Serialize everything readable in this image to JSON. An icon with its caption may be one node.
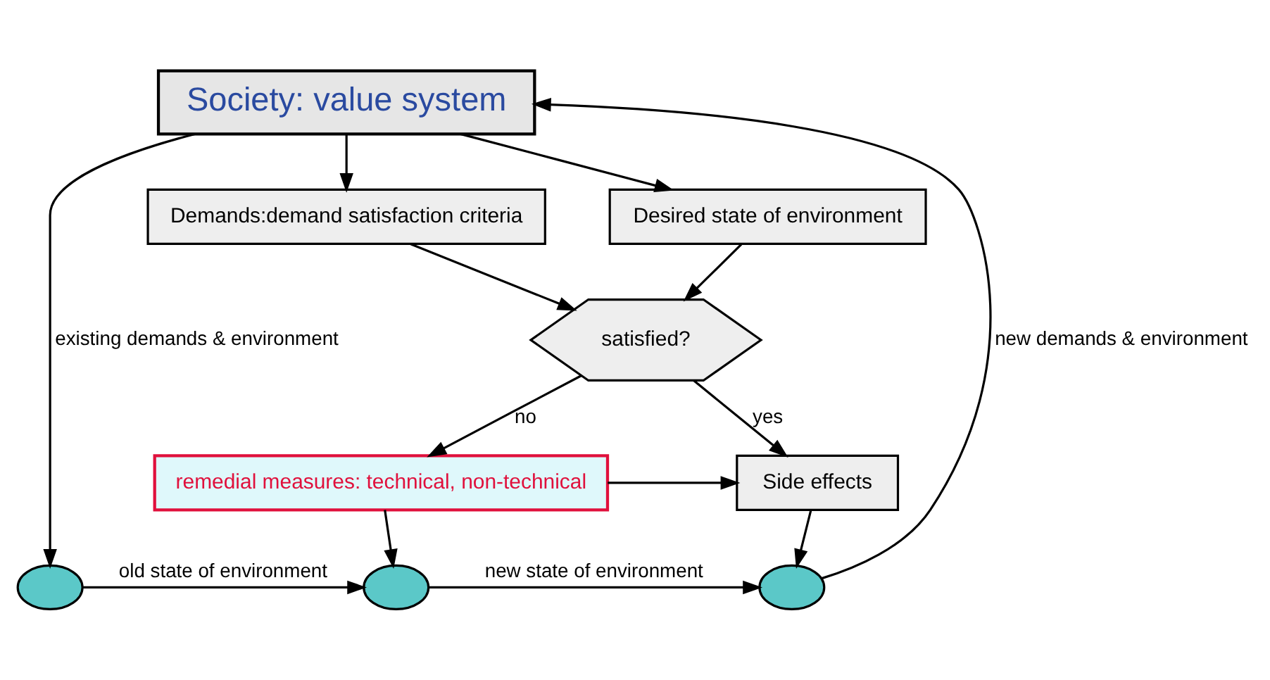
{
  "diagram": {
    "nodes": [
      {
        "text": [
          "Society: value system"
        ]
      },
      {
        "text": [
          "Desired state of environment"
        ]
      },
      {
        "text": [
          "Demands:demand satisfaction criteria"
        ]
      },
      {
        "text": [
          "satisfied?"
        ]
      },
      {
        "text": [
          "remedial measures: technical, non-technical"
        ]
      },
      {
        "text": [
          "Side effects"
        ]
      },
      {
        "text": [],
        "shape": "ellipse"
      },
      {
        "text": [],
        "shape": "ellipse"
      },
      {
        "text": [],
        "shape": "ellipse"
      }
    ],
    "edges": [
      {
        "from": 0,
        "to": 1,
        "arrow": "to"
      },
      {
        "from": 0,
        "to": 2,
        "arrow": "to"
      },
      {
        "from": 1,
        "to": 3,
        "arrow": "to"
      },
      {
        "from": 2,
        "to": 3,
        "arrow": "to"
      },
      {
        "from": 3,
        "to": 4,
        "arrow": "to",
        "label": "no"
      },
      {
        "from": 3,
        "to": 5,
        "arrow": "to",
        "label": "yes"
      },
      {
        "from": 4,
        "to": 5,
        "arrow": "to"
      },
      {
        "from": 0,
        "to": 6,
        "arrow": "to",
        "label": "existing demands & environment"
      },
      {
        "from": 4,
        "to": 7,
        "arrow": "to"
      },
      {
        "from": 5,
        "to": 8,
        "arrow": "to"
      },
      {
        "from": 6,
        "to": 7,
        "arrow": "to",
        "label": "old state of environment"
      },
      {
        "from": 7,
        "to": 8,
        "arrow": "to",
        "label": "new state of environment"
      },
      {
        "from": 8,
        "to": 0,
        "arrow": "to",
        "label": "new demands & environment"
      }
    ]
  }
}
